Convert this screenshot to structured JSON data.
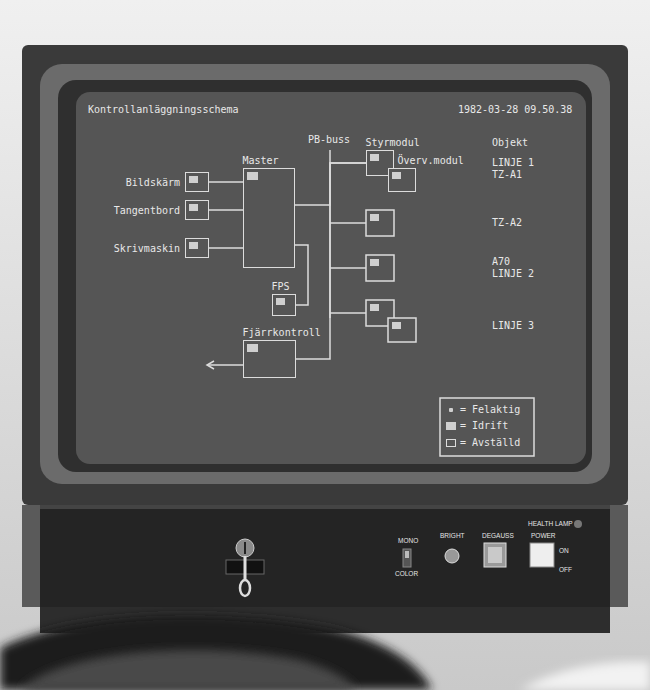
{
  "diagram": {
    "title": "Kontrollanläggningsschema",
    "nodes": [
      {
        "text": [
          "Bildskärm"
        ]
      },
      {
        "text": [
          "Tangentbord"
        ]
      },
      {
        "text": [
          "Skrivmaskin"
        ]
      },
      {
        "text": [
          "Master"
        ]
      },
      {
        "text": [
          "FPS"
        ]
      },
      {
        "text": [
          "Fjärrkontroll"
        ]
      },
      {
        "text": [
          "Styrmodul"
        ]
      },
      {
        "text": [
          "Överv.modul"
        ]
      }
    ],
    "edges": [
      {
        "from": 0,
        "to": 3,
        "arrow": "none"
      },
      {
        "from": 1,
        "to": 3,
        "arrow": "none"
      },
      {
        "from": 2,
        "to": 3,
        "arrow": "none"
      },
      {
        "from": 3,
        "to": 4,
        "arrow": "none"
      },
      {
        "from": 3,
        "to": 6,
        "arrow": "none"
      },
      {
        "from": 5,
        "to": 6,
        "arrow": "none"
      }
    ],
    "labels": [
      "1982-03-28 09.50.38",
      "PB-buss",
      "Objekt",
      "LINJE 1",
      "TZ-A1",
      "TZ-A2",
      "A70",
      "LINJE 2",
      "LINJE 3",
      "HEALTH LAMP",
      "MONO",
      "COLOR",
      "BRIGHT",
      "DEGAUSS",
      "POWER",
      "ON",
      "OFF"
    ],
    "legend": [
      {
        "text": "= Felaktig"
      },
      {
        "text": "= Idrift",
        "color": "#cfcfcf"
      },
      {
        "text": "= Avställd"
      }
    ]
  }
}
